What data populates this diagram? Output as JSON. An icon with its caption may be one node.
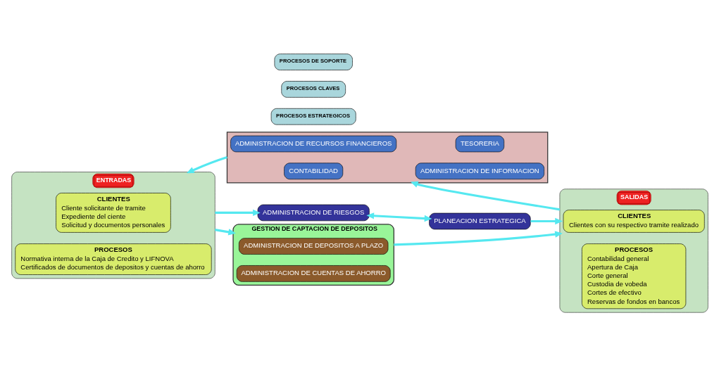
{
  "diagram": {
    "nodes": [
      {
        "text": [
          "ENTRADAS"
        ]
      },
      {
        "text": [
          "CLIENTES",
          "Cliente solicitante de tramite",
          "Expediente del ciente",
          "Solicitud y documentos personales"
        ],
        "in": 0
      },
      {
        "text": [
          "PROCESOS",
          "Normativa interna de la Caja de Credito y LIFNOVA",
          "Certificados de documentos de depositos y cuentas de ahorro"
        ],
        "in": 0
      },
      {
        "text": [
          "ADMINISTRACION DE RIESGOS"
        ]
      },
      {
        "text": [
          "PLANEACION ESTRATEGICA"
        ]
      },
      {
        "text": [
          "PROCESOS ESTRATEGICOS"
        ]
      },
      {
        "text": [
          "PROCESOS CLAVES"
        ]
      },
      {
        "text": [
          "GESTION DE CAPTACION DE DEPOSITOS"
        ]
      },
      {
        "text": [
          "ADMINISTRACION DE DEPOSITOS A PLAZO"
        ],
        "in": 7
      },
      {
        "text": [
          "ADMINISTRACION DE CUENTAS DE AHORRO"
        ],
        "in": 7
      },
      {
        "text": [
          "SALIDAS"
        ]
      },
      {
        "text": [
          "CLIENTES",
          "Clientes con su respectivo tramite realizado"
        ],
        "in": 10
      },
      {
        "text": [
          "PROCESOS",
          "Contabilidad general",
          "Apertura de Caja",
          "Corte general",
          "Custodia de vobeda",
          "Cortes de efectivo",
          "Reservas de fondos en bancos"
        ],
        "in": 10
      },
      {
        "text": [
          "PROCESOS DE SOPORTE"
        ]
      },
      {
        "text": [],
        "shape": "box"
      },
      {
        "text": [
          "ADMINISTRACION DE RECURSOS FINANCIEROS"
        ],
        "in": 14
      },
      {
        "text": [
          "TESORERIA"
        ],
        "in": 14
      },
      {
        "text": [
          "CONTABILIDAD"
        ],
        "in": 14
      },
      {
        "text": [
          "ADMINISTRACION DE INFORMACION"
        ],
        "in": 14
      }
    ],
    "edges": [
      {
        "from": 0,
        "to": 3,
        "arrow": "to"
      },
      {
        "from": 3,
        "to": 4,
        "arrow": "both"
      },
      {
        "from": 4,
        "to": 10,
        "arrow": "to"
      },
      {
        "from": 0,
        "to": 7,
        "arrow": "to"
      },
      {
        "from": 7,
        "to": 10,
        "arrow": "to"
      },
      {
        "from": 10,
        "to": 14,
        "arrow": "to"
      },
      {
        "from": 14,
        "to": 0,
        "arrow": "to"
      }
    ]
  }
}
